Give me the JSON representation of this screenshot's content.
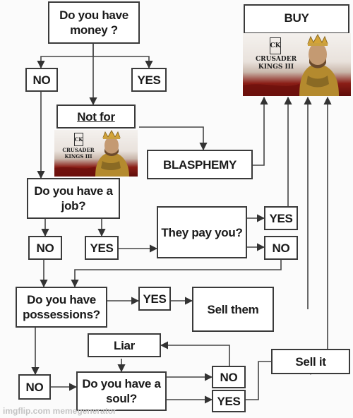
{
  "nodes": {
    "money_q": "Do you have money ?",
    "no_1": "NO",
    "yes_1": "YES",
    "buy": "BUY",
    "not_for": "Not for",
    "blasphemy": "BLASPHEMY",
    "job_q": "Do you have a job?",
    "no_2": "NO",
    "yes_2": "YES",
    "pay_q": "They pay you?",
    "yes_3": "YES",
    "no_3": "NO",
    "possessions_q": "Do you have possessions?",
    "yes_4": "YES",
    "sell_them": "Sell them",
    "liar": "Liar",
    "no_4": "NO",
    "soul_q": "Do you have a soul?",
    "no_5": "NO",
    "yes_5": "YES",
    "sell_it": "Sell it"
  },
  "game_logo": {
    "line1": "CRUSADER",
    "line2": "KINGS III",
    "crest": "CK"
  },
  "watermark": "imgflip.com memegenerator"
}
